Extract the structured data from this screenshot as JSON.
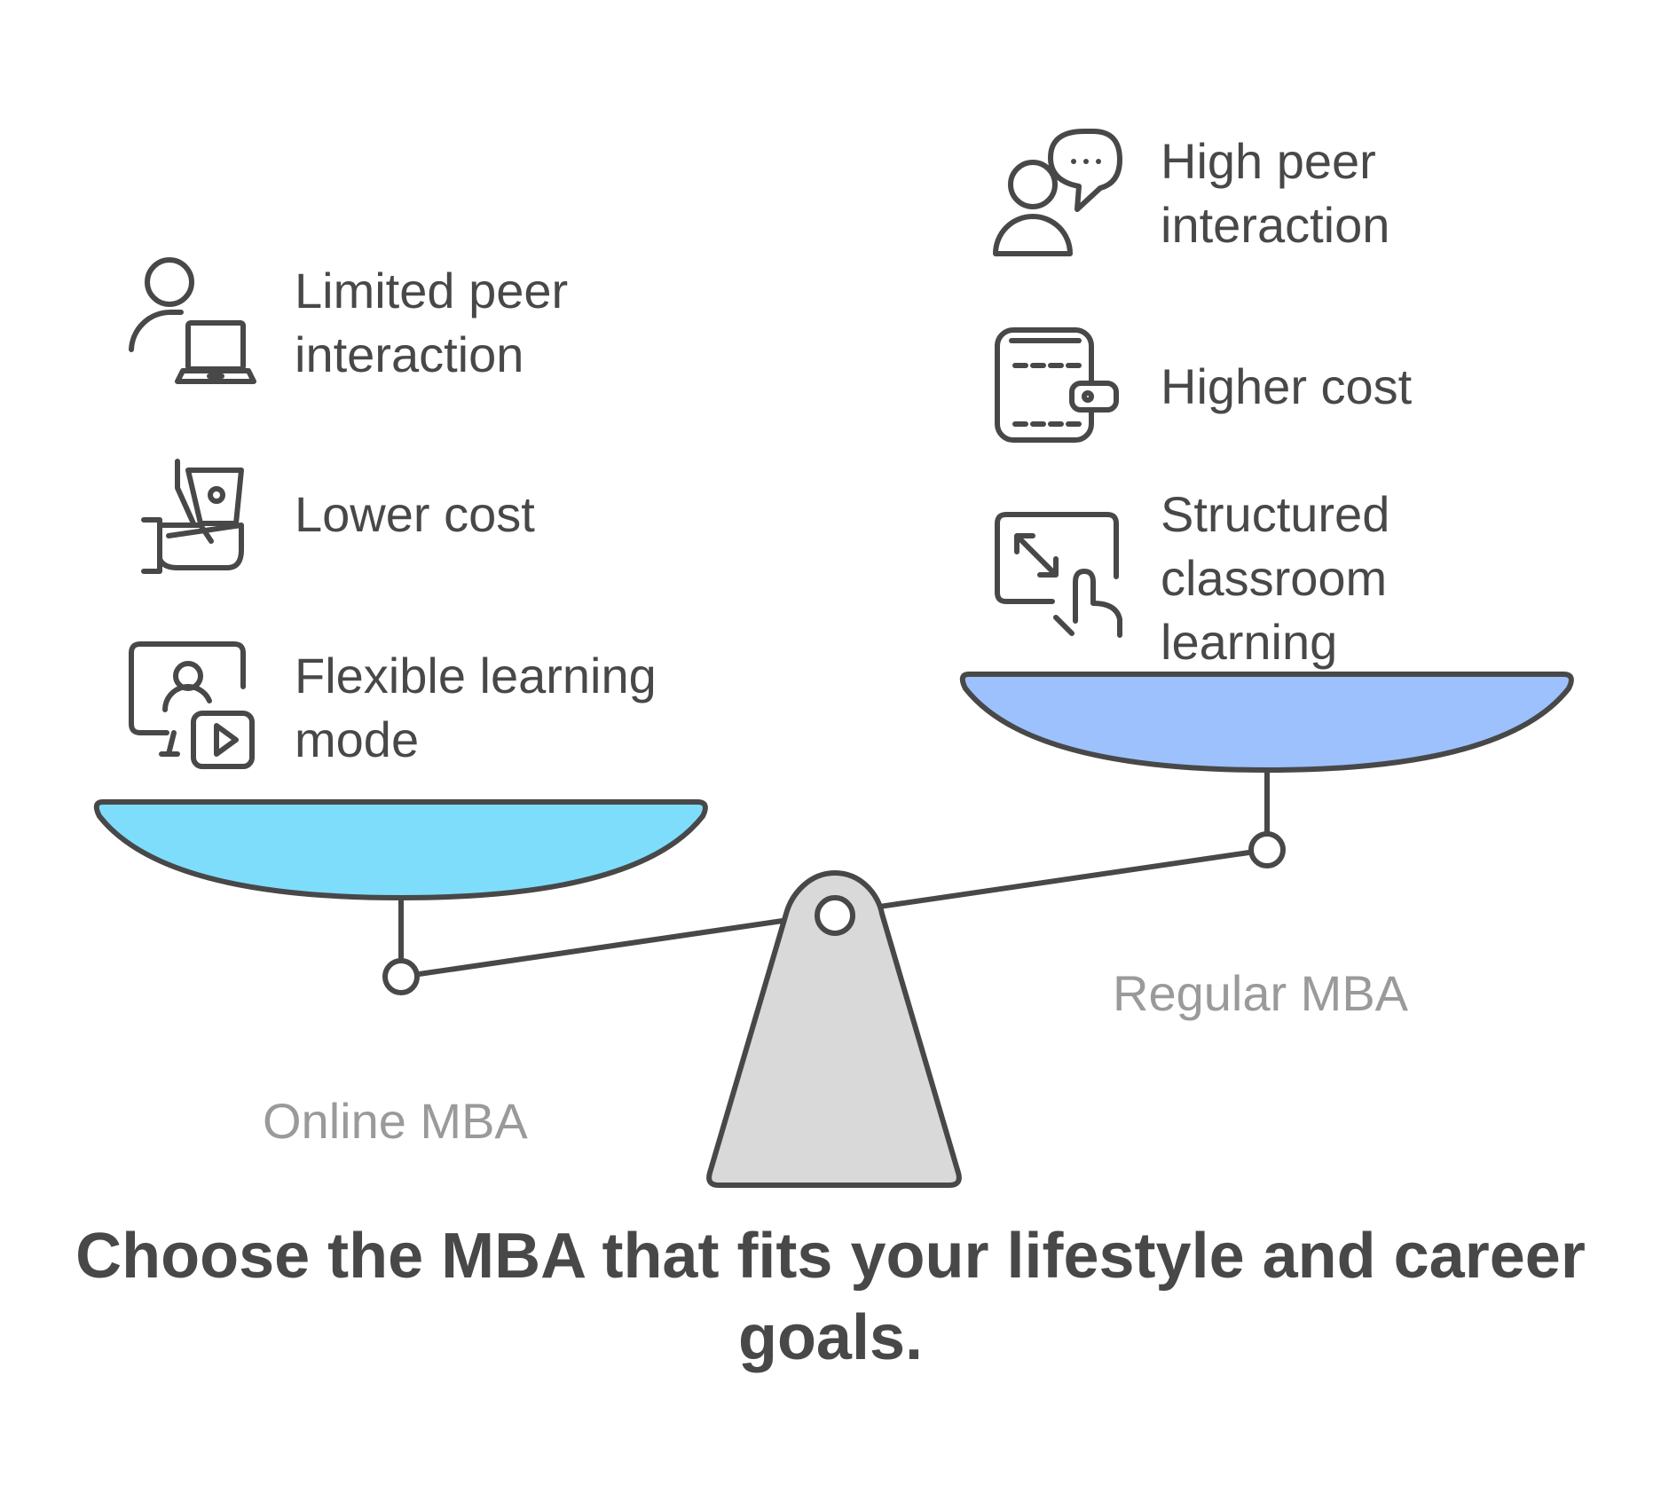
{
  "left_side": {
    "label": "Online MBA",
    "pan_color": "#7FDDFC",
    "items": [
      {
        "text": "Limited peer\ninteraction",
        "icon": "person-laptop-icon"
      },
      {
        "text": "Lower cost",
        "icon": "hand-money-icon"
      },
      {
        "text": "Flexible learning\nmode",
        "icon": "video-lesson-icon"
      }
    ]
  },
  "right_side": {
    "label": "Regular MBA",
    "pan_color": "#9DC1FC",
    "items": [
      {
        "text": "High peer\ninteraction",
        "icon": "person-chat-icon"
      },
      {
        "text": "Higher cost",
        "icon": "wallet-icon"
      },
      {
        "text": "Structured\nclassroom\nlearning",
        "icon": "touch-screen-icon"
      }
    ]
  },
  "fulcrum_color": "#D9D9D9",
  "caption": "Choose the MBA that fits your lifestyle and career goals."
}
